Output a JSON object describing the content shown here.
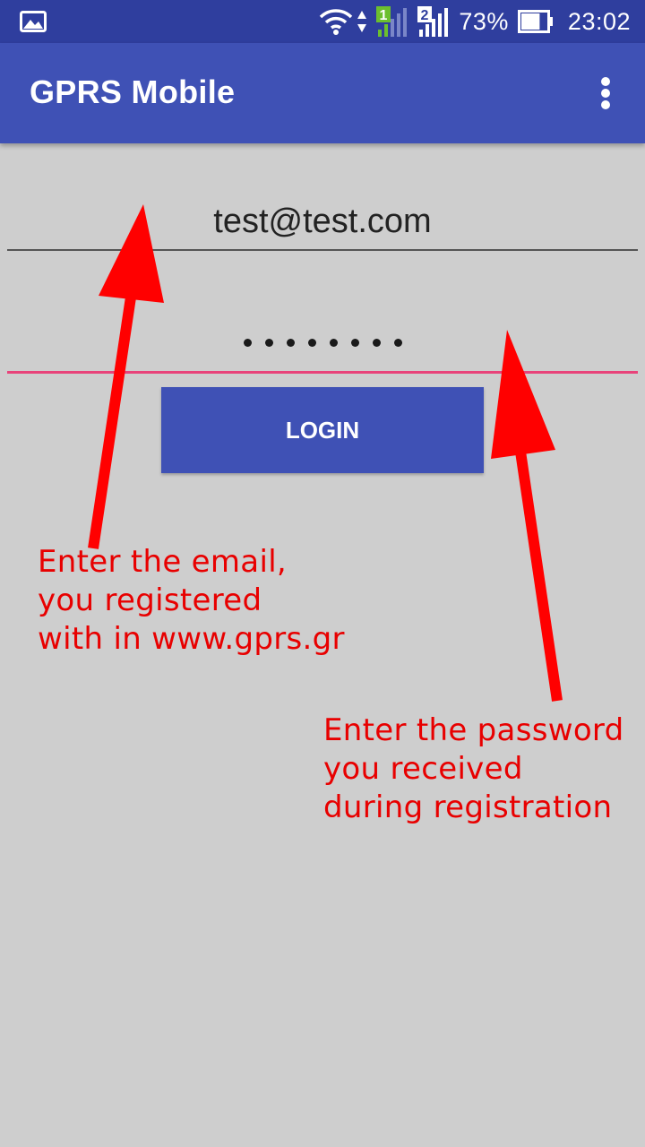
{
  "status_bar": {
    "icons": [
      "gallery-icon",
      "wifi-icon",
      "data-arrows-icon",
      "sim1-signal-icon",
      "sim2-signal-icon",
      "battery-icon"
    ],
    "sim1_label": "1",
    "sim2_label": "2",
    "battery_percent": "73%",
    "battery_level": 0.73,
    "time": "23:02"
  },
  "app_bar": {
    "title": "GPRS Mobile",
    "overflow_icon": "more-vert-icon"
  },
  "login_form": {
    "email_value": "test@test.com",
    "password_mask": "••••••••",
    "login_label": "LOGIN"
  },
  "annotations": {
    "email_note": [
      "Enter the email,",
      "you registered",
      "with in www.gprs.gr"
    ],
    "password_note": [
      "Enter the password",
      "you received",
      "during registration"
    ]
  },
  "colors": {
    "status_bar": "#2f3e9e",
    "primary": "#3f51b5",
    "accent": "#e8437a",
    "background": "#cecece",
    "annotation": "#e80000"
  }
}
